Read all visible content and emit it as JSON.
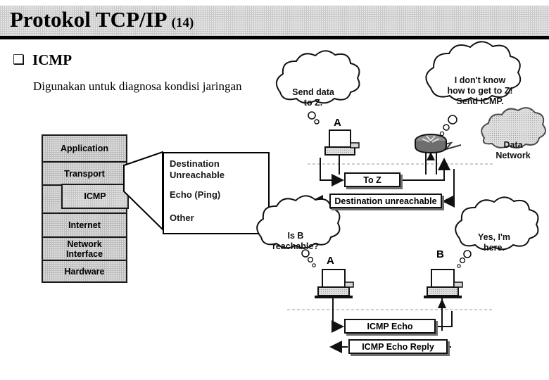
{
  "header": {
    "title": "Protokol TCP/IP",
    "subtitle": "(14)"
  },
  "content": {
    "bullet_glyph": "❑",
    "bullet_label": "ICMP",
    "sub_text": "Digunakan untuk diagnosa kondisi jaringan"
  },
  "stack": {
    "layers": [
      {
        "label": "Application"
      },
      {
        "label": "Transport"
      },
      {
        "label": "Internet"
      },
      {
        "label": "Network\nInterface"
      },
      {
        "label": "Hardware"
      }
    ],
    "inset_label": "ICMP"
  },
  "callout": {
    "items": [
      "Destination\nUnreachable",
      "Echo (Ping)",
      "Other"
    ]
  },
  "diagram_top": {
    "bubble_a": "Send data\nto Z.",
    "bubble_router": "I don't know\nhow to get to Z!\nSend ICMP.",
    "host_a_label": "A",
    "cloud_label": "Data\nNetwork",
    "msg_to_z": "To Z",
    "msg_unreachable": "Destination unreachable"
  },
  "diagram_bottom": {
    "bubble_a": "Is B\nreachable?",
    "bubble_b": "Yes, I'm\nhere.",
    "host_a_label": "A",
    "host_b_label": "B",
    "msg_echo": "ICMP Echo",
    "msg_echo_reply": "ICMP Echo Reply"
  },
  "colors": {
    "header_bg": "#e6e6e6",
    "ink": "#000000",
    "stack_fill": "#dcdcdc",
    "wire": "#111111"
  }
}
